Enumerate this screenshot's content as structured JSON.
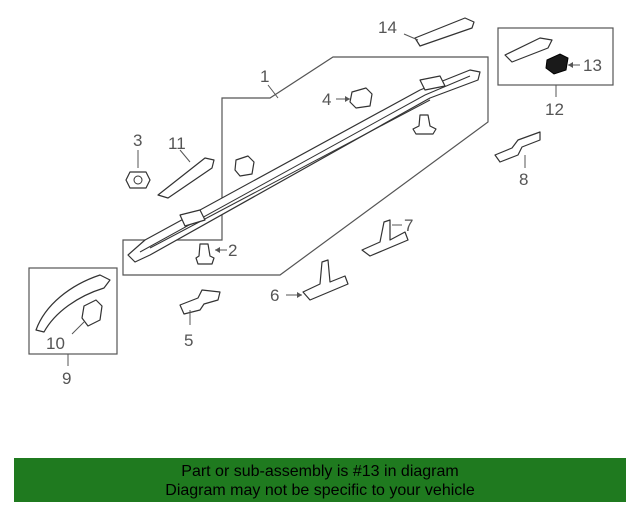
{
  "diagram": {
    "callouts": {
      "c1": "1",
      "c2": "2",
      "c3": "3",
      "c4": "4",
      "c5": "5",
      "c6": "6",
      "c7": "7",
      "c8": "8",
      "c9": "9",
      "c10": "10",
      "c11": "11",
      "c12": "12",
      "c13": "13",
      "c14": "14"
    },
    "highlight_color": "#1a1a1a"
  },
  "banner": {
    "line1": "Part or sub-assembly is #13 in diagram",
    "line2": "Diagram may not be specific to your vehicle",
    "background": "#1f7a1f"
  }
}
